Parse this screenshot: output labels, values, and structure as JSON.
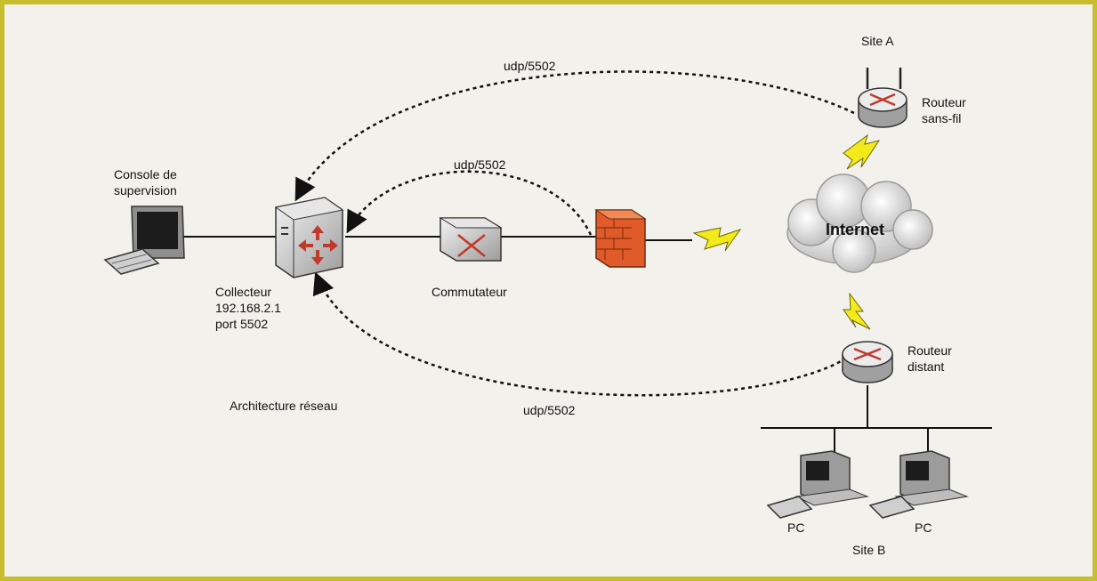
{
  "diagram": {
    "title": "Architecture réseau",
    "links": {
      "flow_top": "udp/5502",
      "flow_middle": "udp/5502",
      "flow_bottom": "udp/5502"
    },
    "nodes": {
      "console": {
        "line1": "Console de",
        "line2": "supervision"
      },
      "collector": {
        "line1": "Collecteur",
        "line2": "192.168.2.1",
        "line3": "port 5502"
      },
      "switch": {
        "label": "Commutateur"
      },
      "internet": {
        "label": "Internet"
      },
      "site_a": {
        "label": "Site A"
      },
      "wireless_router": {
        "line1": "Routeur",
        "line2": "sans-fil"
      },
      "remote_router": {
        "line1": "Routeur",
        "line2": "distant"
      },
      "pc1": {
        "label": "PC"
      },
      "pc2": {
        "label": "PC"
      },
      "site_b": {
        "label": "Site B"
      }
    },
    "colors": {
      "frame": "#c7bd2e",
      "firewall": "#e05a2a",
      "lightning": "#f2ea1a",
      "arrow_red": "#c0392b"
    }
  }
}
